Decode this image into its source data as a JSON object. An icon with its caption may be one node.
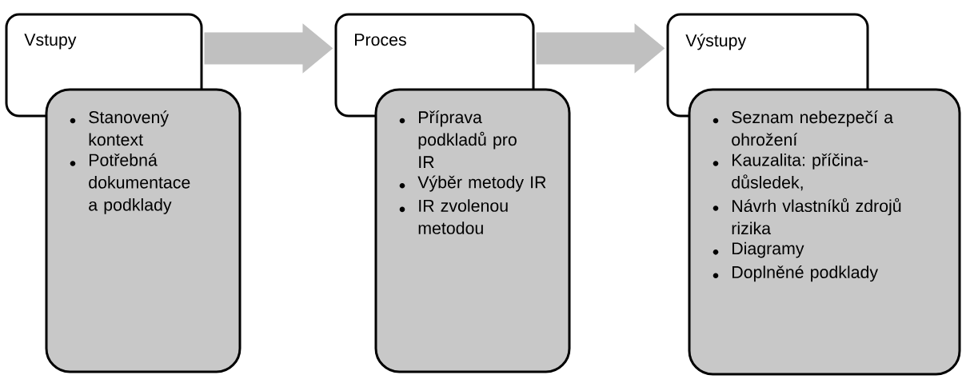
{
  "diagram": {
    "nodes": [
      {
        "text": [
          "Vstupy"
        ]
      },
      {
        "text": [
          "Stanovený kontext",
          "Potřebná dokumentace a podklady"
        ]
      },
      {
        "text": [
          "Proces"
        ]
      },
      {
        "text": [
          "Příprava podkladů pro IR",
          "Výběr metody IR",
          "IR zvolenou metodou"
        ]
      },
      {
        "text": [
          "Výstupy"
        ]
      },
      {
        "text": [
          "Seznam nebezpečí a ohrožení",
          "Kauzalita: příčina-důsledek,",
          "Návrh vlastníků zdrojů rizika",
          "Diagramy",
          "Doplněné podklady"
        ]
      }
    ],
    "edges": [
      {
        "from": 0,
        "to": 2,
        "arrow": "to"
      },
      {
        "from": 2,
        "to": 4,
        "arrow": "to"
      }
    ]
  }
}
